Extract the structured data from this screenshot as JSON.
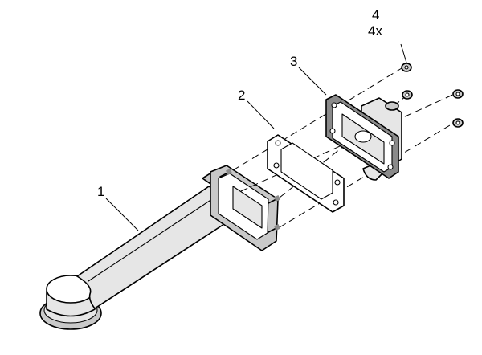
{
  "callouts": {
    "part1": "1",
    "part2": "2",
    "part3": "3",
    "part4": "4",
    "part4_qty": "4x"
  }
}
